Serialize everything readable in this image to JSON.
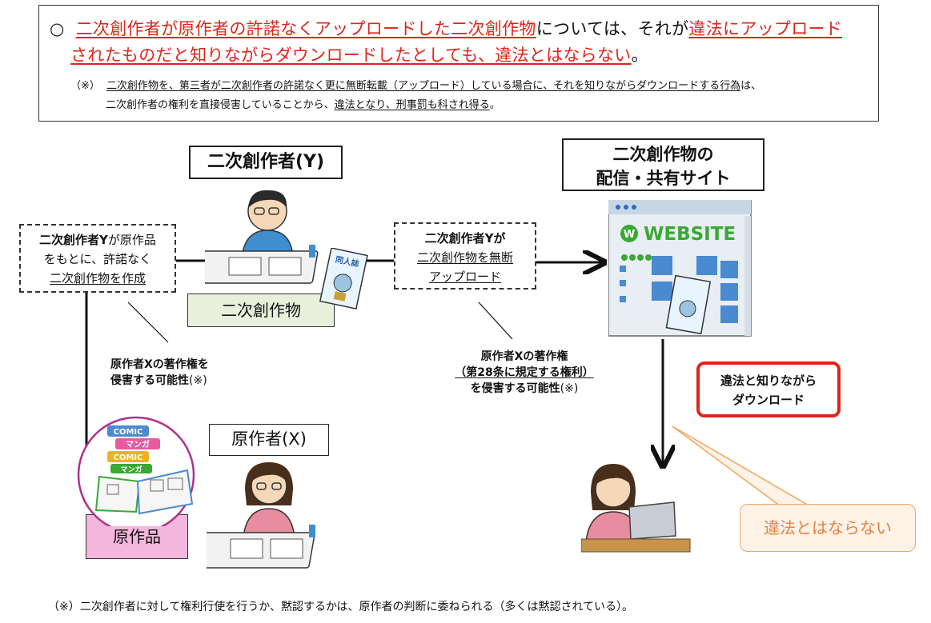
{
  "header": {
    "circle_mark": "○",
    "main_red_1": "二次創作者が原作者の許諾なくアップロードした二次創作物",
    "main_black_1": "については、それが",
    "main_red_2": "違法にアップロード",
    "main_red_3": "されたものだと知りながらダウンロードしたとしても、違法とはならない",
    "main_black_2": "。",
    "note_mark": "（※）",
    "note_1a": "二次創作物を、第三者が二次創作者の許諾なく更に無断転載（アップロード）している場合に、それを知りながらダウンロードする行為",
    "note_1b": "は、",
    "note_2a": "二次創作者の権利を直接侵害していることから、",
    "note_2b": "違法となり、刑事罰も科され得る",
    "note_2c": "。"
  },
  "labels": {
    "creator_y": "二次創作者(Y)",
    "site_line1": "二次創作物の",
    "site_line2": "配信・共有サイト",
    "derivative_work": "二次創作物",
    "original_author": "原作者(X)",
    "original_work": "原作品"
  },
  "left_dashed": {
    "line1_bold": "二次創作者Y",
    "line1_rest": "が原作品",
    "line2": "をもとに、許諾なく",
    "line3": "二次創作物を作成"
  },
  "mid_dashed": {
    "line1": "二次創作者Yが",
    "line2": "二次創作物を無断",
    "line3": "アップロード"
  },
  "infringe_left": {
    "line1": "原作者Xの著作権を",
    "line2": "侵害する可能性",
    "mark": "(※)"
  },
  "infringe_mid": {
    "line1": "原作者Xの著作権",
    "line2": "（第28条に規定する権利）",
    "line3": "を侵害する可能性",
    "mark": "(※)"
  },
  "download_box": {
    "line1": "違法と知りながら",
    "line2": "ダウンロード"
  },
  "callout": "違法とはならない",
  "website": {
    "title": "WEBSITE",
    "logo_letter": "W",
    "book_title": "同人誌"
  },
  "comic_tags": [
    "COMIC",
    "マンガ",
    "COMIC",
    "マンガ"
  ],
  "footnote": "（※）二次創作者に対して権利行使を行うか、黙認するかは、原作者の判断に委ねられる（多くは黙認されている）。",
  "colors": {
    "red": "#e0241a",
    "green_box": "#e8f0dc",
    "pink_box": "#f4b6dc",
    "callout_border": "#f0a65c",
    "callout_text": "#e8823a",
    "circle": "#b0308a"
  }
}
